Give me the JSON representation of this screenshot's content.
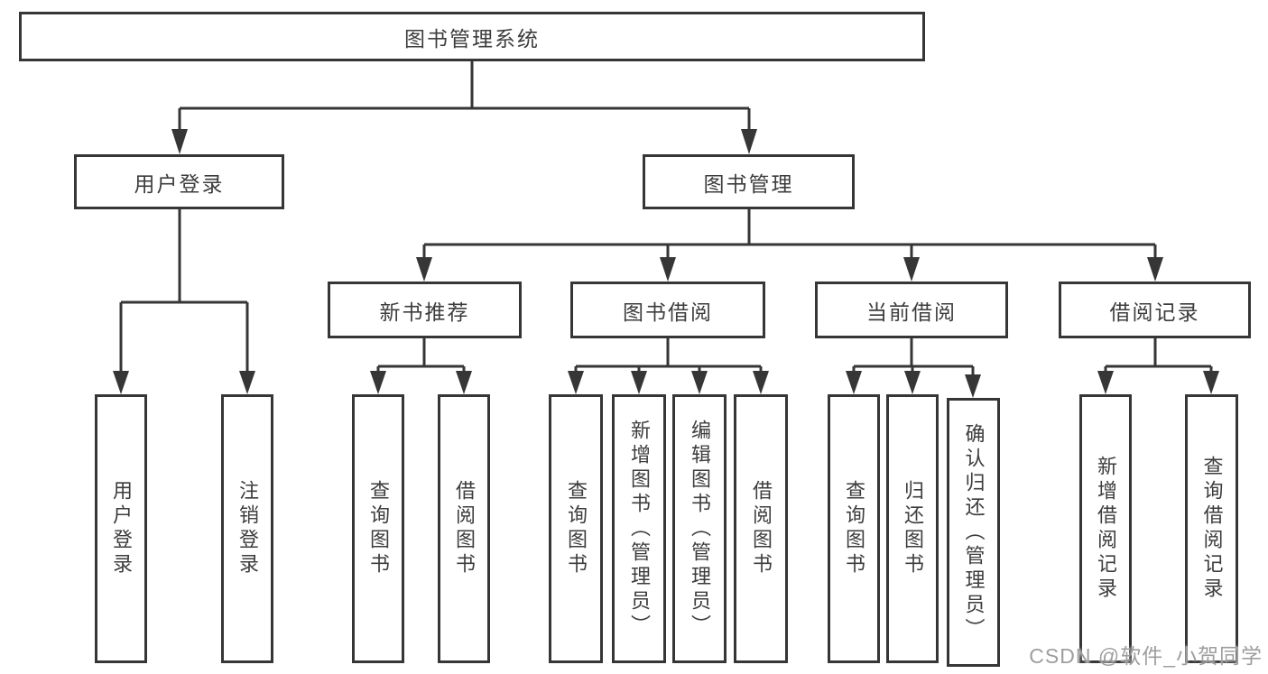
{
  "diagram": {
    "root": {
      "label": "图书管理系统"
    },
    "branches": [
      {
        "label": "用户登录",
        "children": [
          {
            "label": "用户登录"
          },
          {
            "label": "注销登录"
          }
        ]
      },
      {
        "label": "图书管理",
        "children": [
          {
            "label": "新书推荐",
            "children": [
              {
                "label": "查询图书"
              },
              {
                "label": "借阅图书"
              }
            ]
          },
          {
            "label": "图书借阅",
            "children": [
              {
                "label": "查询图书"
              },
              {
                "label": "新增图书（管理员）"
              },
              {
                "label": "编辑图书（管理员）"
              },
              {
                "label": "借阅图书"
              }
            ]
          },
          {
            "label": "当前借阅",
            "children": [
              {
                "label": "查询图书"
              },
              {
                "label": "归还图书"
              },
              {
                "label": "确认归还（管理员）"
              }
            ]
          },
          {
            "label": "借阅记录",
            "children": [
              {
                "label": "新增借阅记录"
              },
              {
                "label": "查询借阅记录"
              }
            ]
          }
        ]
      }
    ]
  },
  "watermark": {
    "text": "CSDN @软件_小贺同学"
  },
  "colors": {
    "line": "#363636",
    "text": "#3d3d3d",
    "background": "#ffffff",
    "watermark": "#9e9e9e"
  }
}
